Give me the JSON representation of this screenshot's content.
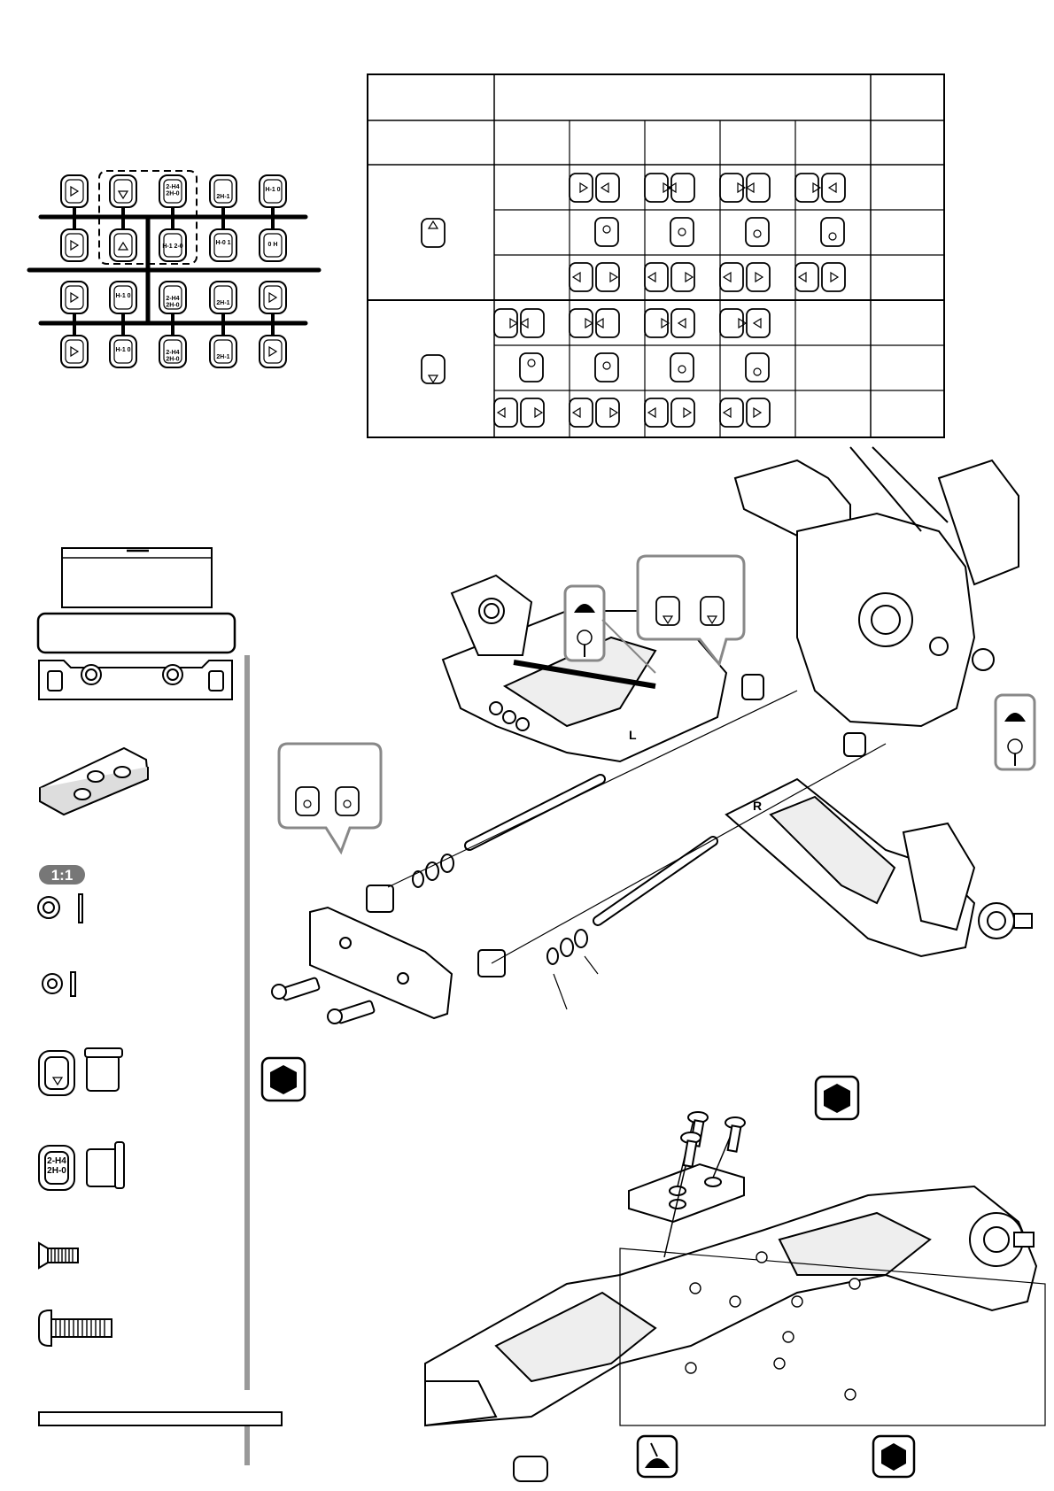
{
  "page_title": "",
  "parts_tree": {
    "labels": {
      "row1_c3": "2-H4\n2H-0",
      "row1_c4": "2H-1",
      "row1_c5": "H-1 0",
      "row2_c3": "H-1 2-0",
      "row2_c4": "H-0 1",
      "row2_c5": "0 H",
      "row3_c2": "H-1 0",
      "row3_c3": "2-H4\n2H-0",
      "row3_c4": "2H-1",
      "row4_c2": "H-1 0",
      "row4_c3": "2-H4\n2H-0",
      "row4_c4": "2H-1"
    }
  },
  "parts_list": {
    "washer_ratio": "1:1",
    "insert_label": "2-H4\n2H-0"
  },
  "legend": {
    "box_title": "",
    "box_subtitle": ""
  },
  "page_number": ""
}
